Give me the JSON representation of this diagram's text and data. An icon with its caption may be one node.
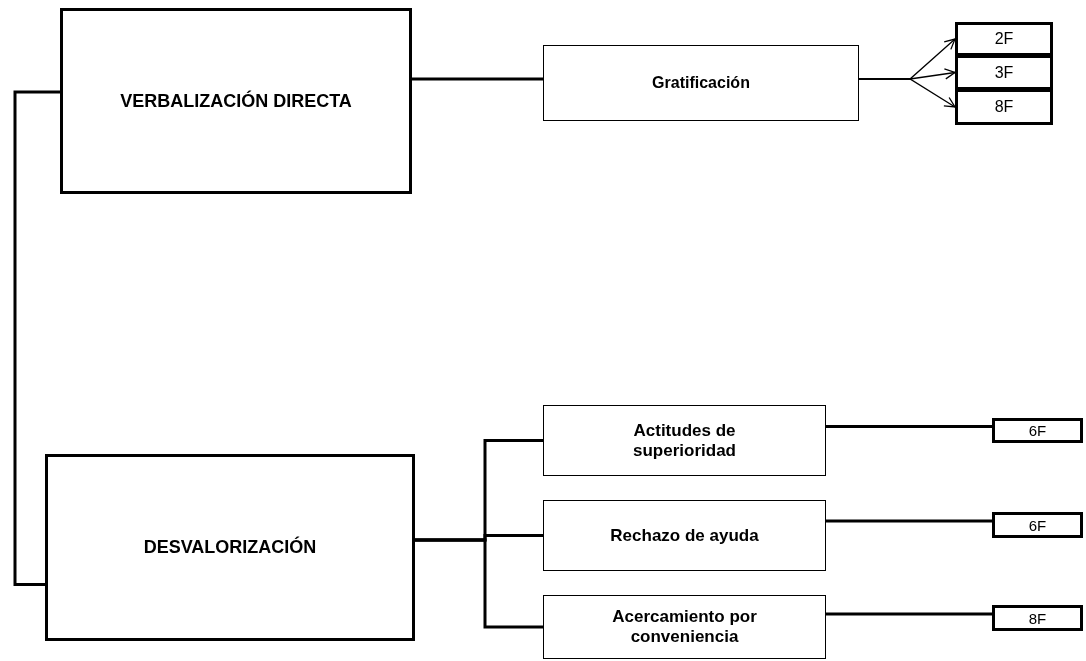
{
  "diagram": {
    "nodes": [
      {
        "text": [
          "VERBALIZACIÓN DIRECTA"
        ]
      },
      {
        "text": [
          "Gratificación"
        ]
      },
      {
        "text": [
          "2F"
        ]
      },
      {
        "text": [
          "3F"
        ]
      },
      {
        "text": [
          "8F"
        ]
      },
      {
        "text": [
          "DESVALORIZACIÓN"
        ]
      },
      {
        "text": [
          "Actitudes de superioridad"
        ]
      },
      {
        "text": [
          "Rechazo de ayuda"
        ]
      },
      {
        "text": [
          "Acercamiento por conveniencia"
        ]
      },
      {
        "text": [
          "6F"
        ]
      },
      {
        "text": [
          "6F"
        ]
      },
      {
        "text": [
          "8F"
        ]
      }
    ],
    "edges": [
      {
        "from": 0,
        "to": 1,
        "arrow": "none"
      },
      {
        "from": 1,
        "to": 2,
        "arrow": "to"
      },
      {
        "from": 1,
        "to": 3,
        "arrow": "to"
      },
      {
        "from": 1,
        "to": 4,
        "arrow": "to"
      },
      {
        "from": 0,
        "to": 5,
        "arrow": "none"
      },
      {
        "from": 5,
        "to": 6,
        "arrow": "none"
      },
      {
        "from": 5,
        "to": 7,
        "arrow": "none"
      },
      {
        "from": 5,
        "to": 8,
        "arrow": "none"
      },
      {
        "from": 6,
        "to": 9,
        "arrow": "none"
      },
      {
        "from": 7,
        "to": 10,
        "arrow": "none"
      },
      {
        "from": 8,
        "to": 11,
        "arrow": "none"
      }
    ]
  }
}
